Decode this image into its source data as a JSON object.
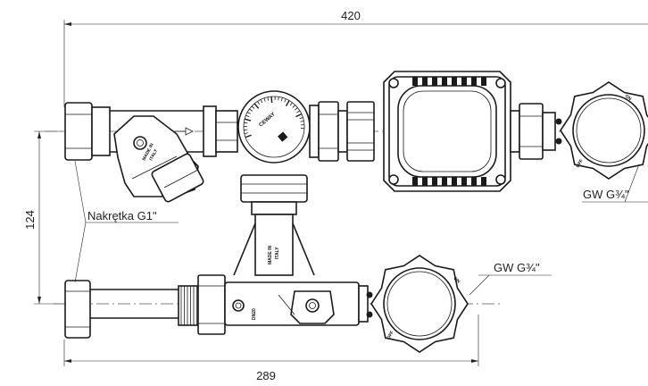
{
  "dimensions": {
    "overall_width": "420",
    "lower_width": "289",
    "vertical_spacing": "124"
  },
  "labels": {
    "nut": "Nakrętka G1\"",
    "gw_upper": "GW G¾\"",
    "gw_lower": "GW G¾\""
  },
  "markings": {
    "made_in": "MADE IN",
    "italy": "ITALY",
    "brand": "CEWAY",
    "dn": "DN20",
    "on": "ON",
    "off": "OFF"
  }
}
